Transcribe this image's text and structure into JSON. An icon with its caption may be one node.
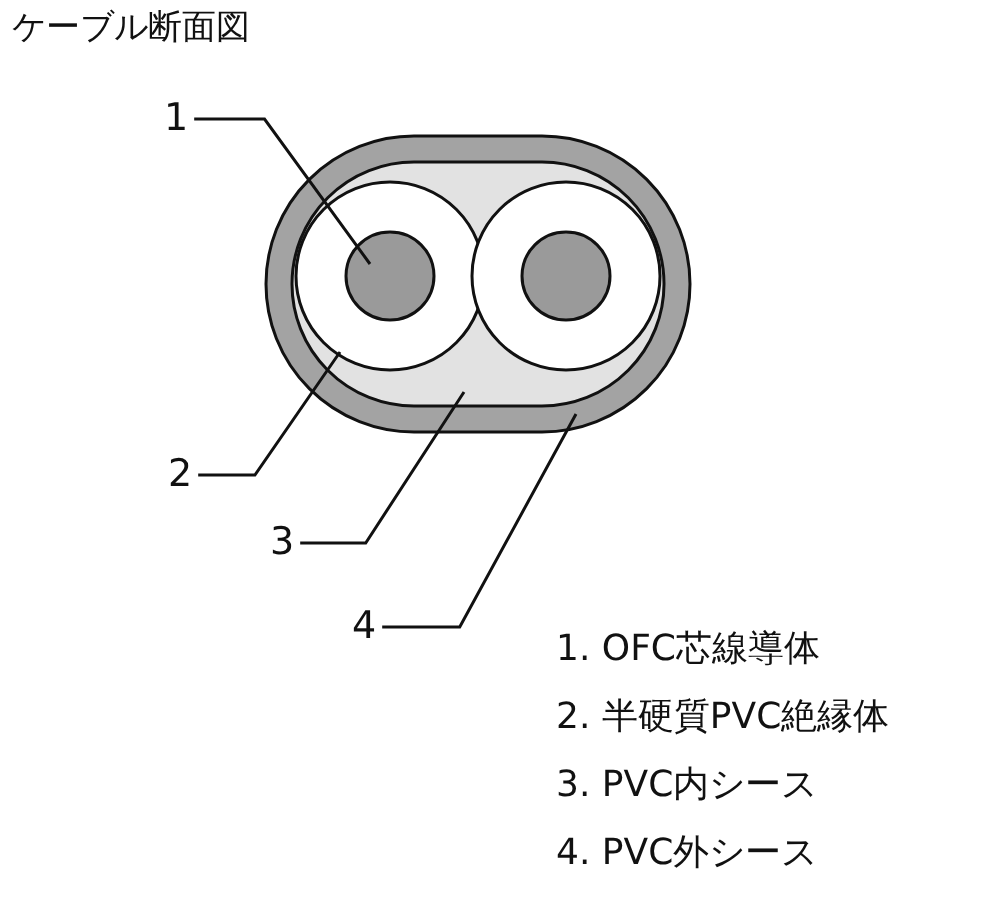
{
  "diagram": {
    "title": "ケーブル断面図",
    "nodes": [
      {
        "text": [
          "1"
        ]
      },
      {
        "text": [],
        "shape": "circle",
        "in": 5
      },
      {
        "text": [
          "2"
        ]
      },
      {
        "text": [],
        "shape": "circle",
        "in": 5
      },
      {
        "text": [
          "3"
        ]
      },
      {
        "text": [],
        "shape": "oval",
        "in": 7
      },
      {
        "text": [
          "4"
        ]
      },
      {
        "text": [],
        "shape": "oval"
      }
    ],
    "edges": [
      {
        "from": 0,
        "to": 1,
        "arrow": "none"
      },
      {
        "from": 2,
        "to": 3,
        "arrow": "none"
      },
      {
        "from": 4,
        "to": 5,
        "arrow": "none"
      },
      {
        "from": 6,
        "to": 7,
        "arrow": "none"
      }
    ],
    "labels": [
      "1. OFC芯線導体",
      "2. 半硬質PVC絶縁体",
      "3. PVC内シース",
      "4. PVC外シース"
    ]
  }
}
